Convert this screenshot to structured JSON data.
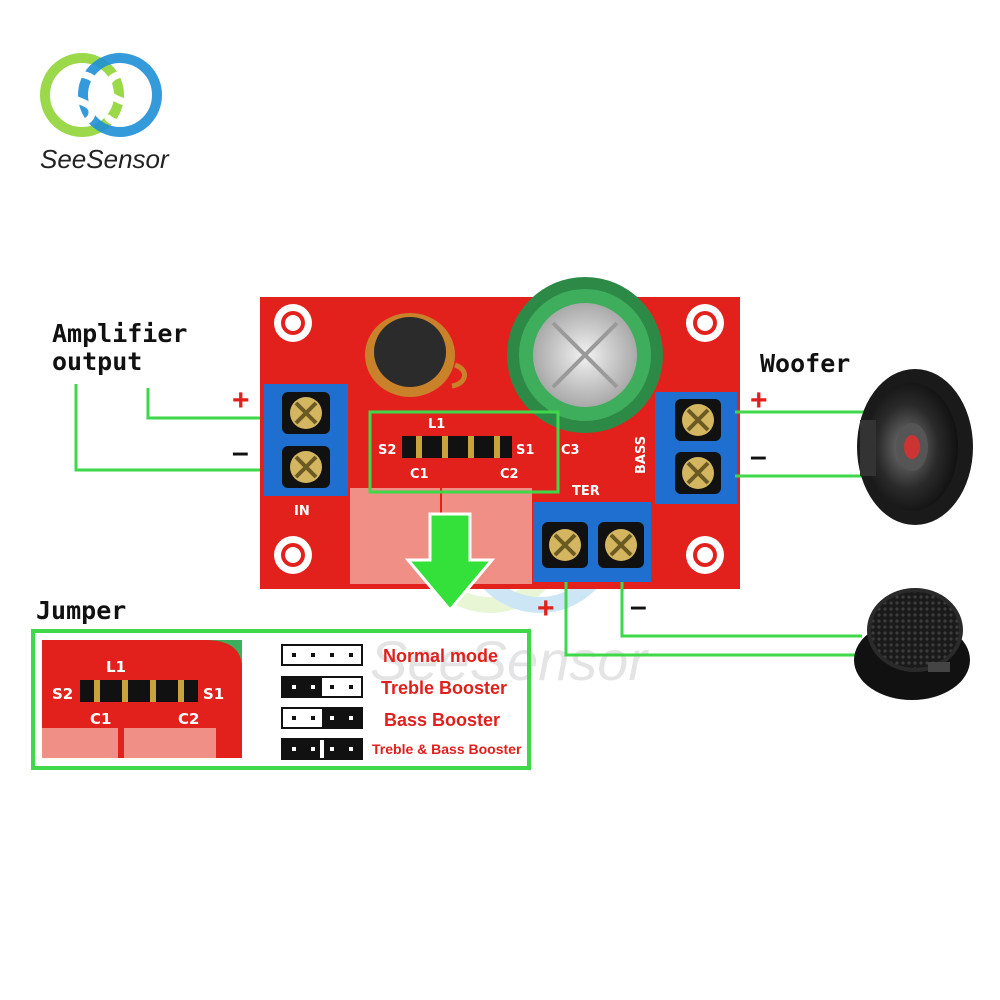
{
  "brand": {
    "name": "SeeSensor",
    "watermark": "SeeSensor",
    "colors": {
      "logo_green": "#9bd84a",
      "logo_blue": "#1f8fd6"
    }
  },
  "labels": {
    "amplifier_line1": "Amplifier",
    "amplifier_line2": "output",
    "woofer": "Woofer",
    "jumper": "Jumper"
  },
  "signs": {
    "amp_plus": "+",
    "amp_minus": "–",
    "woofer_plus": "+",
    "woofer_minus": "–",
    "tweeter_plus": "+",
    "tweeter_minus": "–"
  },
  "pcb": {
    "in": "IN",
    "bass": "BASS",
    "ter": "TER",
    "l1": "L1",
    "s2": "S2",
    "s1": "S1",
    "c1": "C1",
    "c2": "C2",
    "c3": "C3"
  },
  "jumper_closeup": {
    "l1": "L1",
    "s2": "S2",
    "s1": "S1",
    "c1": "C1",
    "c2": "C2"
  },
  "modes": [
    {
      "label": "Normal mode"
    },
    {
      "label": "Treble Booster"
    },
    {
      "label": "Bass Booster"
    },
    {
      "label": "Treble & Bass Booster"
    }
  ],
  "colors": {
    "pcb_red": "#e3211c",
    "wire_green": "#3ed84a",
    "terminal_blue": "#1f6fd0",
    "arrow_green": "#34e03a",
    "mode_text_red": "#e0201c"
  }
}
